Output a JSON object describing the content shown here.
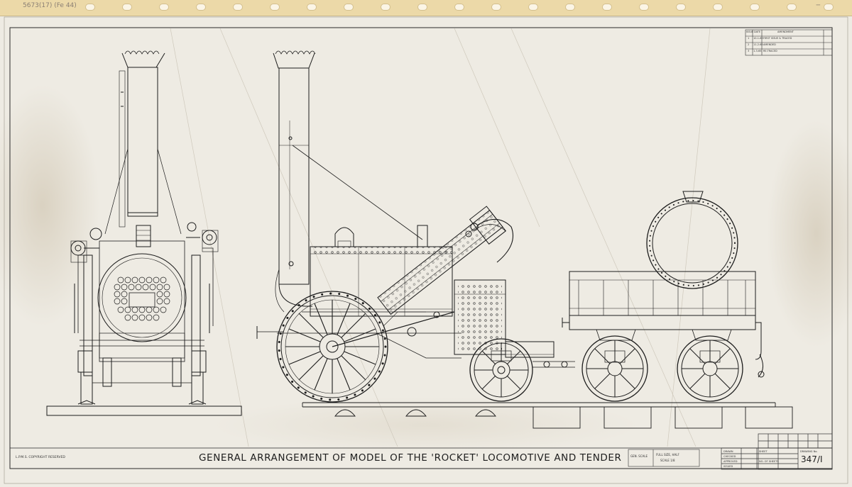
{
  "header": {
    "handwritten_left": "5673(17)   (Fe  44)",
    "handwritten_right": "─"
  },
  "title": "GENERAL ARRANGEMENT OF MODEL OF THE 'ROCKET' LOCOMOTIVE AND TENDER",
  "copyright": "L.P.M.S.  COPYRIGHT RESERVED",
  "revision_table": {
    "headers": [
      "ISSUE",
      "DATE",
      "AMENDMENT"
    ],
    "rows": [
      [
        "1",
        "10-1-63",
        "FIRST ISSUE & TRACED"
      ],
      [
        "2",
        "11-2-65",
        "AMENDED"
      ],
      [
        "3",
        "1-3-65",
        "RE-TRACED"
      ]
    ]
  },
  "scale_block": {
    "gen": "GEN. SCALE",
    "full": "FULL SIZE, HALF",
    "scale": "SCALE 1/8"
  },
  "title_block": {
    "labels": [
      "DRAWN",
      "CHECKED",
      "APPROVED",
      "ISSUED"
    ],
    "sheet": "SHEET",
    "no_of_sheets": "NO. OF SHEETS",
    "drawing_no_label": "DRAWING No.",
    "drawing_number": "347/I"
  }
}
